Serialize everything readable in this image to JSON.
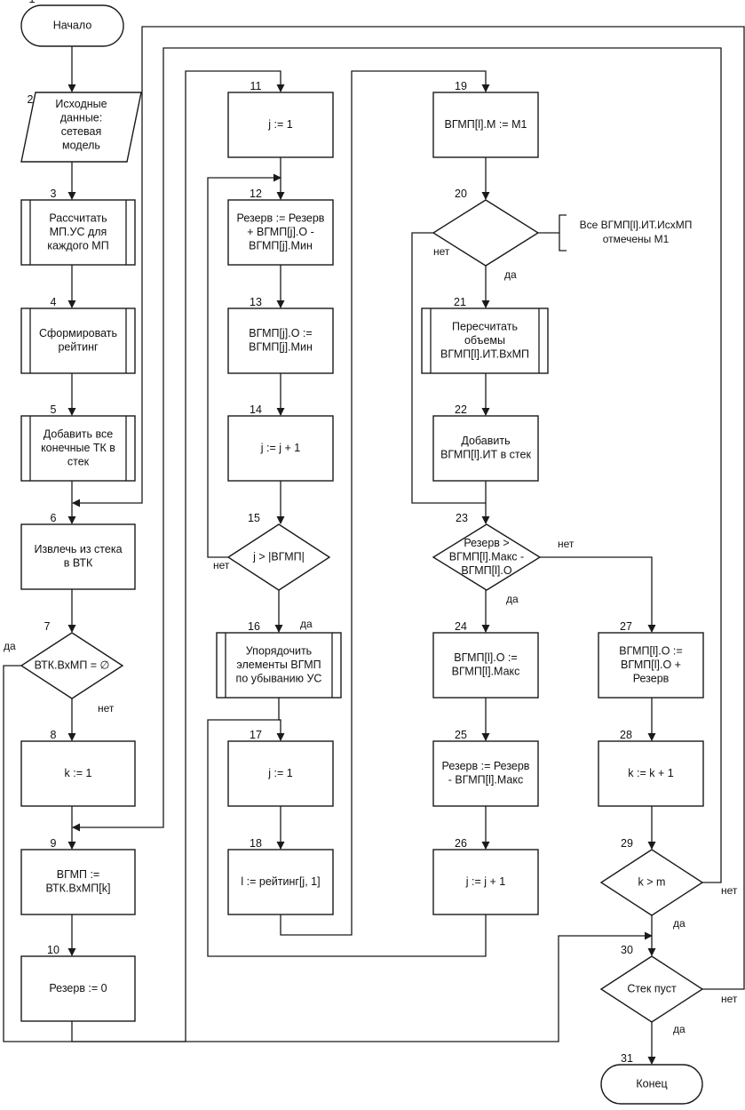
{
  "blocks": [
    {
      "id": 1,
      "num": "1",
      "lines": [
        "Начало"
      ]
    },
    {
      "id": 2,
      "num": "2",
      "lines": [
        "Исходные",
        "данные:",
        "сетевая",
        "модель"
      ]
    },
    {
      "id": 3,
      "num": "3",
      "lines": [
        "Рассчитать",
        "МП.УС для",
        "каждого МП"
      ]
    },
    {
      "id": 4,
      "num": "4",
      "lines": [
        "Сформировать",
        "рейтинг"
      ]
    },
    {
      "id": 5,
      "num": "5",
      "lines": [
        "Добавить все",
        "конечные ТК в",
        "стек"
      ]
    },
    {
      "id": 6,
      "num": "6",
      "lines": [
        "Извлечь из стека",
        "в ВТК"
      ]
    },
    {
      "id": 7,
      "num": "7",
      "lines": [
        "ВТК.ВхМП = ∅"
      ]
    },
    {
      "id": 8,
      "num": "8",
      "lines": [
        "k := 1"
      ]
    },
    {
      "id": 9,
      "num": "9",
      "lines": [
        "ВГМП :=",
        "ВТК.ВхМП[k]"
      ]
    },
    {
      "id": 10,
      "num": "10",
      "lines": [
        "Резерв := 0"
      ]
    },
    {
      "id": 11,
      "num": "11",
      "lines": [
        "j := 1"
      ]
    },
    {
      "id": 12,
      "num": "12",
      "lines": [
        "Резерв := Резерв",
        "+ ВГМП[j].О -",
        "ВГМП[j].Мин"
      ]
    },
    {
      "id": 13,
      "num": "13",
      "lines": [
        "ВГМП[j].О :=",
        "ВГМП[j].Мин"
      ]
    },
    {
      "id": 14,
      "num": "14",
      "lines": [
        "j := j + 1"
      ]
    },
    {
      "id": 15,
      "num": "15",
      "lines": [
        "j > |ВГМП|"
      ]
    },
    {
      "id": 16,
      "num": "16",
      "lines": [
        "Упорядочить",
        "элементы ВГМП",
        "по убыванию УС"
      ]
    },
    {
      "id": 17,
      "num": "17",
      "lines": [
        "j := 1"
      ]
    },
    {
      "id": 18,
      "num": "18",
      "lines": [
        "l := рейтинг[j, 1]"
      ]
    },
    {
      "id": 19,
      "num": "19",
      "lines": [
        "ВГМП[l].М := М1"
      ]
    },
    {
      "id": 20,
      "num": "20",
      "lines": []
    },
    {
      "id": 21,
      "num": "21",
      "lines": [
        "Пересчитать",
        "объемы",
        "ВГМП[l].ИТ.ВхМП"
      ]
    },
    {
      "id": 22,
      "num": "22",
      "lines": [
        "Добавить",
        "ВГМП[l].ИТ в стек"
      ]
    },
    {
      "id": 23,
      "num": "23",
      "lines": [
        "Резерв >",
        "ВГМП[l].Макс -",
        "ВГМП[l].О"
      ]
    },
    {
      "id": 24,
      "num": "24",
      "lines": [
        "ВГМП[l].О :=",
        "ВГМП[l].Макс"
      ]
    },
    {
      "id": 25,
      "num": "25",
      "lines": [
        "Резерв := Резерв",
        "- ВГМП[l].Макс"
      ]
    },
    {
      "id": 26,
      "num": "26",
      "lines": [
        "j := j + 1"
      ]
    },
    {
      "id": 27,
      "num": "27",
      "lines": [
        "ВГМП[l].О :=",
        "ВГМП[l].О +",
        "Резерв"
      ]
    },
    {
      "id": 28,
      "num": "28",
      "lines": [
        "k := k + 1"
      ]
    },
    {
      "id": 29,
      "num": "29",
      "lines": [
        "k > m"
      ]
    },
    {
      "id": 30,
      "num": "30",
      "lines": [
        "Стек пуст"
      ]
    },
    {
      "id": 31,
      "num": "31",
      "lines": [
        "Конец"
      ]
    }
  ],
  "annotation": {
    "lines": [
      "Все ВГМП[l].ИТ.ИсхМП",
      "отмечены М1"
    ]
  },
  "branch_labels": [
    {
      "id": "b7-yes",
      "text": "да"
    },
    {
      "id": "b7-no",
      "text": "нет"
    },
    {
      "id": "b15-no",
      "text": "нет"
    },
    {
      "id": "b15-yes",
      "text": "да"
    },
    {
      "id": "b20-no",
      "text": "нет"
    },
    {
      "id": "b20-yes",
      "text": "да"
    },
    {
      "id": "b23-no",
      "text": "нет"
    },
    {
      "id": "b23-yes",
      "text": "да"
    },
    {
      "id": "b29-no",
      "text": "нет"
    },
    {
      "id": "b29-yes",
      "text": "да"
    },
    {
      "id": "b30-no",
      "text": "нет"
    },
    {
      "id": "b30-yes",
      "text": "да"
    }
  ]
}
